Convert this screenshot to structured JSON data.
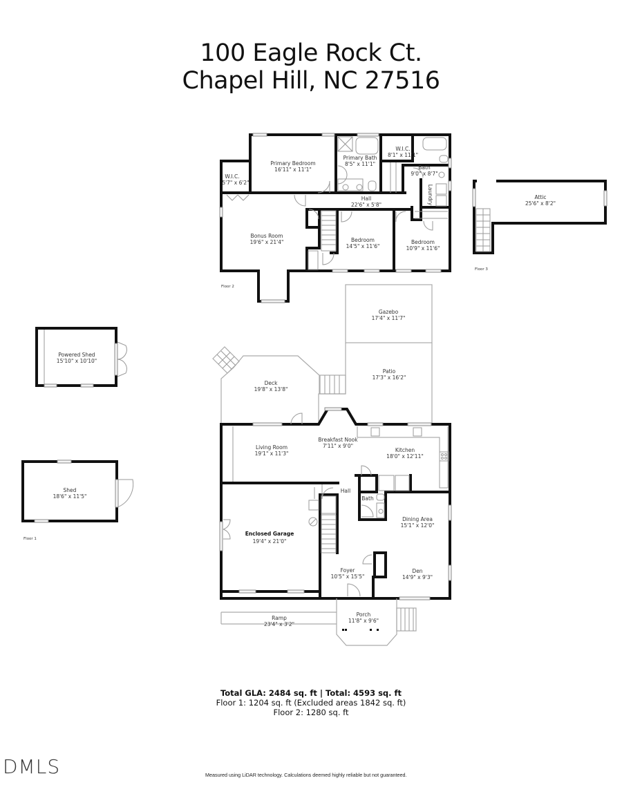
{
  "header": {
    "address_line1": "100 Eagle Rock Ct.",
    "address_line2": "Chapel Hill, NC 27516"
  },
  "floors": {
    "floor1": {
      "label": "Floor 1",
      "rooms": [
        {
          "name": "Deck",
          "dims": "19'8\" x 13'8\""
        },
        {
          "name": "Gazebo",
          "dims": "17'4\" x 11'7\""
        },
        {
          "name": "Patio",
          "dims": "17'3\" x 16'2\""
        },
        {
          "name": "Living Room",
          "dims": "19'1\" x 11'3\""
        },
        {
          "name": "Breakfast Nook",
          "dims": "7'11\" x 9'0\""
        },
        {
          "name": "Kitchen",
          "dims": "18'0\" x 12'11\""
        },
        {
          "name": "Hall",
          "dims": ""
        },
        {
          "name": "Bath",
          "dims": ""
        },
        {
          "name": "Dining Area",
          "dims": "15'1\" x 12'0\""
        },
        {
          "name": "Enclosed Garage",
          "dims": "19'4\" x 21'0\""
        },
        {
          "name": "Foyer",
          "dims": "10'5\" x 15'5\""
        },
        {
          "name": "Den",
          "dims": "14'9\" x 9'3\""
        },
        {
          "name": "Ramp",
          "dims": "23'4\" x 3'2\""
        },
        {
          "name": "Porch",
          "dims": "11'8\" x 9'6\""
        },
        {
          "name": "Powered Shed",
          "dims": "15'10\" x 10'10\""
        },
        {
          "name": "Shed",
          "dims": "18'6\" x 11'5\""
        }
      ]
    },
    "floor2": {
      "label": "Floor 2",
      "rooms": [
        {
          "name": "W.I.C.",
          "dims": "5'7\" x 6'2\""
        },
        {
          "name": "Primary Bedroom",
          "dims": "16'11\" x 11'1\""
        },
        {
          "name": "Primary Bath",
          "dims": "8'5\" x 11'1\""
        },
        {
          "name": "W.I.C.",
          "dims": "8'1\" x 11'1\""
        },
        {
          "name": "Bath",
          "dims": "9'0\" x 8'7\""
        },
        {
          "name": "Laundry",
          "dims": ""
        },
        {
          "name": "Hall",
          "dims": "22'6\" x 5'8\""
        },
        {
          "name": "Bonus Room",
          "dims": "19'6\" x 21'4\""
        },
        {
          "name": "Bedroom",
          "dims": "14'5\" x 11'6\""
        },
        {
          "name": "Bedroom",
          "dims": "10'9\" x 11'6\""
        }
      ]
    },
    "floor3": {
      "label": "Floor 3",
      "rooms": [
        {
          "name": "Attic",
          "dims": "25'6\" x 8'2\""
        }
      ]
    }
  },
  "summary": {
    "line1": "Total GLA: 2484 sq. ft | Total: 4593 sq. ft",
    "line2": "Floor 1: 1204 sq. ft (Excluded areas 1842 sq. ft)",
    "line3": "Floor 2: 1280 sq. ft"
  },
  "footer": {
    "logo": "DMLS",
    "disclaimer": "Measured using LiDAR technology. Calculations deemed highly reliable but not guaranteed."
  }
}
